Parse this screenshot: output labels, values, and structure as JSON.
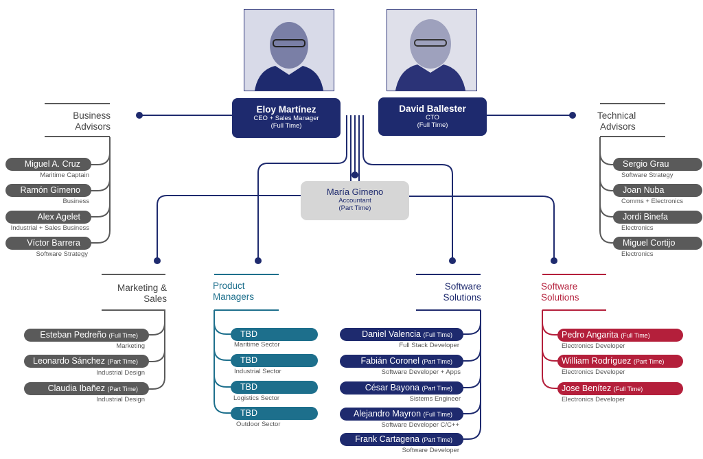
{
  "executives": [
    {
      "name": "Eloy Martínez",
      "role": "CEO + Sales Manager",
      "time": "(Full Time)"
    },
    {
      "name": "David Ballester",
      "role": "CTO",
      "time": "(Full Time)"
    }
  ],
  "accountant": {
    "name": "María Gimeno",
    "role": "Accountant",
    "time": "(Part Time)"
  },
  "business_advisors": {
    "title_line1": "Business",
    "title_line2": "Advisors",
    "members": [
      {
        "name": "Miguel A. Cruz",
        "desc": "Maritime Captain"
      },
      {
        "name": "Ramón Gimeno",
        "desc": "Business"
      },
      {
        "name": "Alex Agelet",
        "desc": "Industrial + Sales Business"
      },
      {
        "name": "Víctor Barrera",
        "desc": "Software Strategy"
      }
    ]
  },
  "technical_advisors": {
    "title_line1": "Technical",
    "title_line2": "Advisors",
    "members": [
      {
        "name": "Sergio Grau",
        "desc": "Software Strategy"
      },
      {
        "name": "Joan Nuba",
        "desc": "Comms + Electronics"
      },
      {
        "name": "Jordi Binefa",
        "desc": "Electronics"
      },
      {
        "name": "Miguel Cortijo",
        "desc": "Electronics"
      }
    ]
  },
  "marketing": {
    "title_line1": "Marketing &",
    "title_line2": "Sales",
    "members": [
      {
        "name": "Esteban Pedreño",
        "time": "(Full Time)",
        "desc": "Marketing"
      },
      {
        "name": "Leonardo Sánchez",
        "time": "(Part Time)",
        "desc": "Industrial Design"
      },
      {
        "name": "Claudia Ibañez",
        "time": "(Part Time)",
        "desc": "Industrial Design"
      }
    ]
  },
  "product_managers": {
    "title_line1": "Product",
    "title_line2": "Managers",
    "members": [
      {
        "name": "TBD",
        "desc": "Maritime Sector"
      },
      {
        "name": "TBD",
        "desc": "Industrial Sector"
      },
      {
        "name": "TBD",
        "desc": "Logistics Sector"
      },
      {
        "name": "TBD",
        "desc": "Outdoor Sector"
      }
    ]
  },
  "software": {
    "title_line1": "Software",
    "title_line2": "Solutions",
    "members": [
      {
        "name": "Daniel Valencia",
        "time": "(Full Time)",
        "desc": "Full Stack Developer"
      },
      {
        "name": "Fabián Coronel",
        "time": "(Part Time)",
        "desc": "Software Developer + Apps"
      },
      {
        "name": "César Bayona",
        "time": "(Part Time)",
        "desc": "Sistems Engineer"
      },
      {
        "name": "Alejandro Mayron",
        "time": "(Full Time)",
        "desc": "Software Developer C/C++"
      },
      {
        "name": "Frank Cartagena",
        "time": "(Part Time)",
        "desc": "Software Developer"
      }
    ]
  },
  "hardware": {
    "title_line1": "Software",
    "title_line2": "Solutions",
    "members": [
      {
        "name": "Pedro Angarita",
        "time": "(Full Time)",
        "desc": "Electronics Developer"
      },
      {
        "name": "William Rodríguez",
        "time": "(Part Time)",
        "desc": "Electronics Developer"
      },
      {
        "name": "Jose Benítez",
        "time": "(Full Time)",
        "desc": "Electronics Developer"
      }
    ]
  },
  "colors": {
    "navy": "#1e2a6e",
    "grey": "#5a5a5a",
    "teal": "#1d6f8c",
    "red": "#b41f3b",
    "light_grey": "#d6d6d6"
  }
}
